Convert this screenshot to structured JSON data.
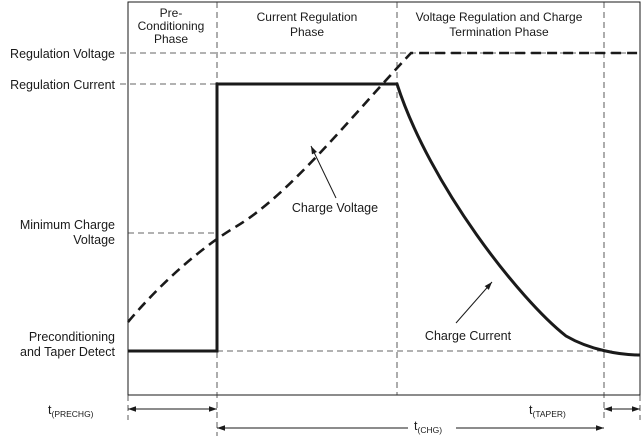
{
  "phases": {
    "pre_line1": "Pre-",
    "pre_line2": "Conditioning",
    "pre_line3": "Phase",
    "current_line1": "Current Regulation",
    "current_line2": "Phase",
    "voltage_line1": "Voltage Regulation and Charge",
    "voltage_line2": "Termination Phase"
  },
  "levels": {
    "regulation_voltage": "Regulation Voltage",
    "regulation_current": "Regulation Current",
    "min_charge_line1": "Minimum Charge",
    "min_charge_line2": "Voltage",
    "precond_line1": "Preconditioning",
    "precond_line2": "and Taper Detect"
  },
  "curves": {
    "charge_voltage": "Charge Voltage",
    "charge_current": "Charge Current"
  },
  "timings": {
    "prechg_main": "t",
    "prechg_sub": "(PRECHG)",
    "chg_main": "t",
    "chg_sub": "(CHG)",
    "taper_main": "t",
    "taper_sub": "(TAPER)"
  },
  "colors": {
    "line": "#1a1a1a",
    "guide": "#333333"
  }
}
